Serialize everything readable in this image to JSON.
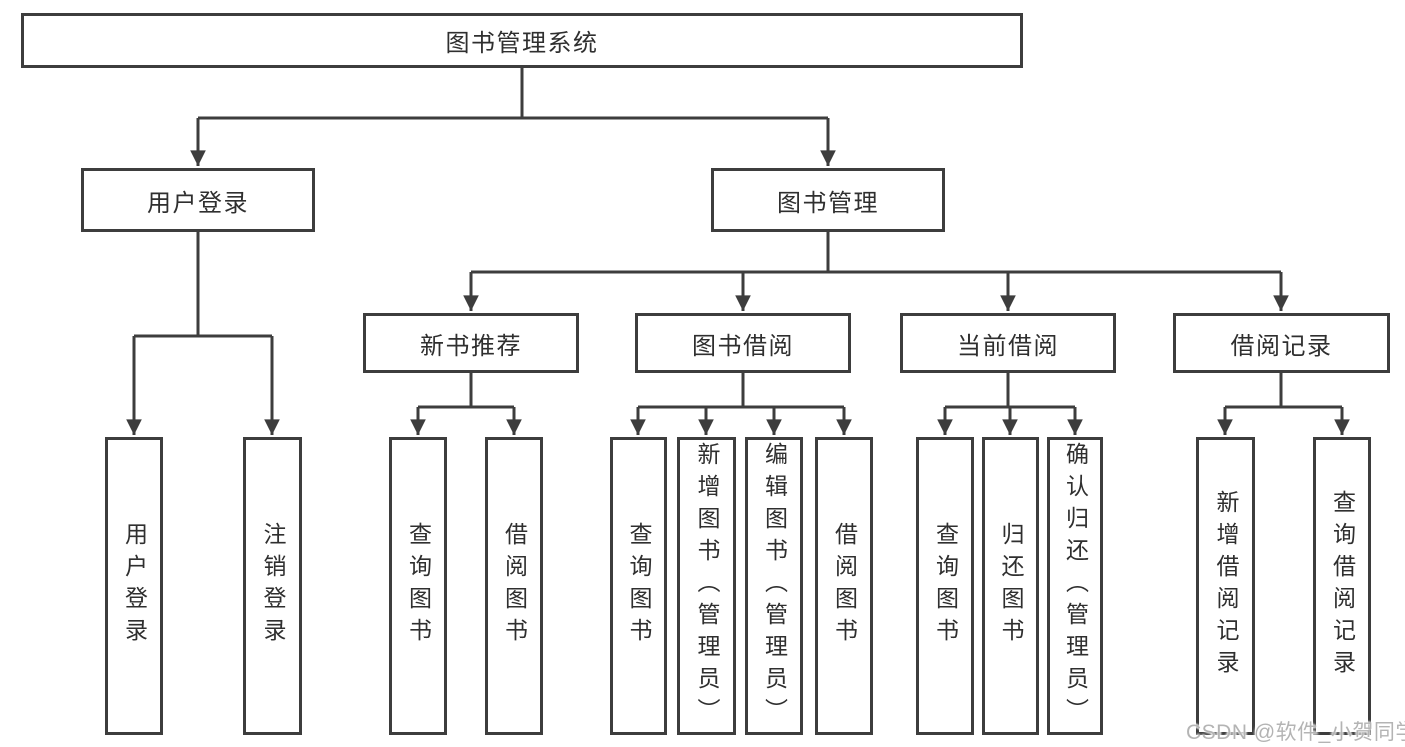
{
  "tree": {
    "root": {
      "label": "图书管理系统"
    },
    "children": [
      {
        "label": "用户登录",
        "children": [
          {
            "label": "用户登录"
          },
          {
            "label": "注销登录"
          }
        ]
      },
      {
        "label": "图书管理",
        "children": [
          {
            "label": "新书推荐",
            "children": [
              {
                "label": "查询图书"
              },
              {
                "label": "借阅图书"
              }
            ]
          },
          {
            "label": "图书借阅",
            "children": [
              {
                "label": "查询图书"
              },
              {
                "label": "新增图书（管理员）"
              },
              {
                "label": "编辑图书（管理员）"
              },
              {
                "label": "借阅图书"
              }
            ]
          },
          {
            "label": "当前借阅",
            "children": [
              {
                "label": "查询图书"
              },
              {
                "label": "归还图书"
              },
              {
                "label": "确认归还（管理员）"
              }
            ]
          },
          {
            "label": "借阅记录",
            "children": [
              {
                "label": "新增借阅记录"
              },
              {
                "label": "查询借阅记录"
              }
            ]
          }
        ]
      }
    ]
  },
  "watermark": {
    "text": "CSDN @软件_小贺同学"
  },
  "colors": {
    "line": "#3d3d3d",
    "text": "#2f2f2f",
    "background": "#ffffff",
    "watermark": "#b4b4b4"
  }
}
